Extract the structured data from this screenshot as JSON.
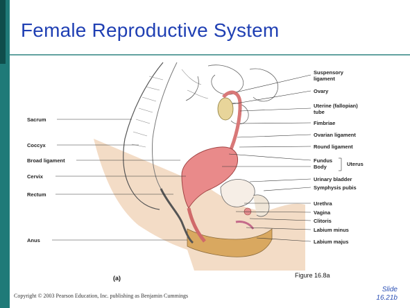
{
  "slide": {
    "title": "Female Reproductive System",
    "figure_caption": "Figure 16.8a",
    "panel_label": "(a)",
    "copyright": "Copyright © 2003 Pearson Education, Inc. publishing as Benjamin Cummings",
    "slide_label": "Slide",
    "slide_number": "16.21b",
    "accent_color": "#1f7a78",
    "title_color": "#1f3fb3"
  },
  "labels_left": [
    "Sacrum",
    "Coccyx",
    "Broad ligament",
    "Cervix",
    "Rectum",
    "Anus"
  ],
  "labels_right": {
    "suspensory": "Suspensory\nligament",
    "ovary": "Ovary",
    "uterine_tube": "Uterine (fallopian)\ntube",
    "fimbriae": "Fimbriae",
    "ovarian_ligament": "Ovarian ligament",
    "round_ligament": "Round ligament",
    "fundus": "Fundus",
    "body": "Body",
    "uterus": "Uterus",
    "urinary_bladder": "Urinary bladder",
    "symphysis_pubis": "Symphysis pubis",
    "urethra": "Urethra",
    "vagina": "Vagina",
    "clitoris": "Clitoris",
    "labium_minus": "Labium minus",
    "labium_majus": "Labium majus"
  }
}
